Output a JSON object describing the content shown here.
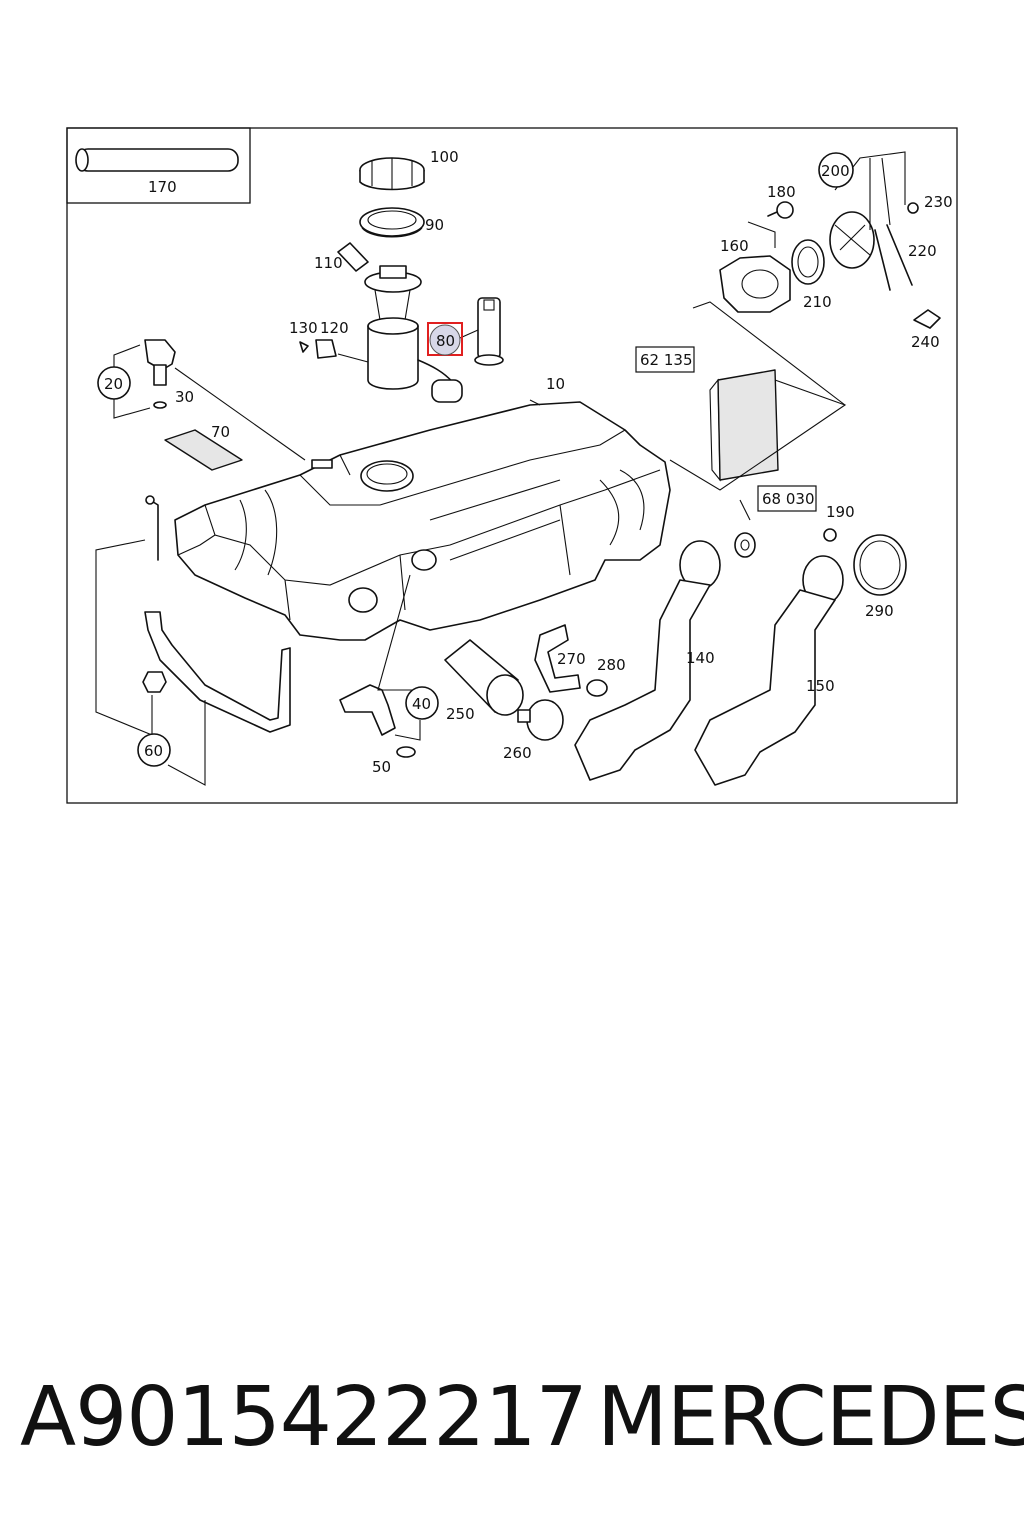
{
  "diagram": {
    "callouts": [
      {
        "id": "c170",
        "text": "170"
      },
      {
        "id": "c100",
        "text": "100"
      },
      {
        "id": "c90",
        "text": "90"
      },
      {
        "id": "c110",
        "text": "110"
      },
      {
        "id": "c130",
        "text": "130"
      },
      {
        "id": "c120",
        "text": "120"
      },
      {
        "id": "c80",
        "text": "80"
      },
      {
        "id": "c20",
        "text": "20"
      },
      {
        "id": "c30",
        "text": "30"
      },
      {
        "id": "c70",
        "text": "70"
      },
      {
        "id": "c10",
        "text": "10"
      },
      {
        "id": "c62135",
        "text": "62 135"
      },
      {
        "id": "c68030",
        "text": "68 030"
      },
      {
        "id": "c200",
        "text": "200"
      },
      {
        "id": "c180",
        "text": "180"
      },
      {
        "id": "c230",
        "text": "230"
      },
      {
        "id": "c160",
        "text": "160"
      },
      {
        "id": "c220",
        "text": "220"
      },
      {
        "id": "c210",
        "text": "210"
      },
      {
        "id": "c240",
        "text": "240"
      },
      {
        "id": "c190",
        "text": "190"
      },
      {
        "id": "c290",
        "text": "290"
      },
      {
        "id": "c140",
        "text": "140"
      },
      {
        "id": "c150",
        "text": "150"
      },
      {
        "id": "c270",
        "text": "270"
      },
      {
        "id": "c280",
        "text": "280"
      },
      {
        "id": "c250",
        "text": "250"
      },
      {
        "id": "c260",
        "text": "260"
      },
      {
        "id": "c40",
        "text": "40"
      },
      {
        "id": "c50",
        "text": "50"
      },
      {
        "id": "c60",
        "text": "60"
      }
    ],
    "highlight_color": "#e02020",
    "highlight_fill": "#d8d8e8"
  },
  "caption": {
    "part_number": "A9015422217",
    "brand": "MERCEDES"
  }
}
